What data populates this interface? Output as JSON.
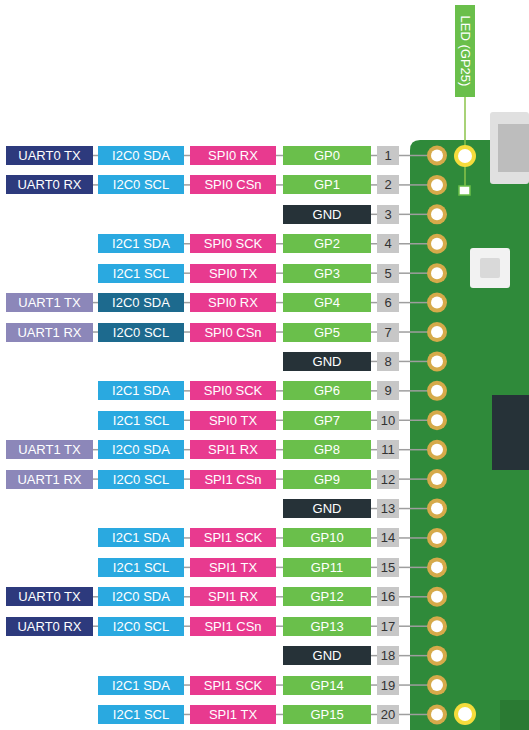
{
  "diagram": {
    "nodes": [
      {
        "text": [
          "LED (GP25)"
        ]
      },
      {
        "text": [
          "UART0 TX"
        ]
      },
      {
        "text": [
          "I2C0 SDA"
        ]
      },
      {
        "text": [
          "SPI0 RX"
        ]
      },
      {
        "text": [
          "GP0"
        ]
      },
      {
        "text": [
          "1"
        ]
      },
      {
        "text": [
          "UART0 RX"
        ]
      },
      {
        "text": [
          "I2C0 SCL"
        ]
      },
      {
        "text": [
          "SPI0 CSn"
        ]
      },
      {
        "text": [
          "GP1"
        ]
      },
      {
        "text": [
          "2"
        ]
      },
      {
        "text": [
          "GND"
        ]
      },
      {
        "text": [
          "3"
        ]
      },
      {
        "text": [
          "I2C1 SDA"
        ]
      },
      {
        "text": [
          "SPI0 SCK"
        ]
      },
      {
        "text": [
          "GP2"
        ]
      },
      {
        "text": [
          "4"
        ]
      },
      {
        "text": [
          "I2C1 SCL"
        ]
      },
      {
        "text": [
          "SPI0 TX"
        ]
      },
      {
        "text": [
          "GP3"
        ]
      },
      {
        "text": [
          "5"
        ]
      },
      {
        "text": [
          "UART1 TX"
        ]
      },
      {
        "text": [
          "I2C0 SDA"
        ]
      },
      {
        "text": [
          "SPI0 RX"
        ]
      },
      {
        "text": [
          "GP4"
        ]
      },
      {
        "text": [
          "6"
        ]
      },
      {
        "text": [
          "UART1 RX"
        ]
      },
      {
        "text": [
          "I2C0 SCL"
        ]
      },
      {
        "text": [
          "SPI0 CSn"
        ]
      },
      {
        "text": [
          "GP5"
        ]
      },
      {
        "text": [
          "7"
        ]
      },
      {
        "text": [
          "GND"
        ]
      },
      {
        "text": [
          "8"
        ]
      },
      {
        "text": [
          "I2C1 SDA"
        ]
      },
      {
        "text": [
          "SPI0 SCK"
        ]
      },
      {
        "text": [
          "GP6"
        ]
      },
      {
        "text": [
          "9"
        ]
      },
      {
        "text": [
          "I2C1 SCL"
        ]
      },
      {
        "text": [
          "SPI0 TX"
        ]
      },
      {
        "text": [
          "GP7"
        ]
      },
      {
        "text": [
          "10"
        ]
      },
      {
        "text": [
          "UART1 TX"
        ]
      },
      {
        "text": [
          "I2C0 SDA"
        ]
      },
      {
        "text": [
          "SPI1 RX"
        ]
      },
      {
        "text": [
          "GP8"
        ]
      },
      {
        "text": [
          "11"
        ]
      },
      {
        "text": [
          "UART1 RX"
        ]
      },
      {
        "text": [
          "I2C0 SCL"
        ]
      },
      {
        "text": [
          "SPI1 CSn"
        ]
      },
      {
        "text": [
          "GP9"
        ]
      },
      {
        "text": [
          "12"
        ]
      },
      {
        "text": [
          "GND"
        ]
      },
      {
        "text": [
          "13"
        ]
      },
      {
        "text": [
          "I2C1 SDA"
        ]
      },
      {
        "text": [
          "SPI1 SCK"
        ]
      },
      {
        "text": [
          "GP10"
        ]
      },
      {
        "text": [
          "14"
        ]
      },
      {
        "text": [
          "I2C1 SCL"
        ]
      },
      {
        "text": [
          "SPI1 TX"
        ]
      },
      {
        "text": [
          "GP11"
        ]
      },
      {
        "text": [
          "15"
        ]
      },
      {
        "text": [
          "UART0 TX"
        ]
      },
      {
        "text": [
          "I2C0 SDA"
        ]
      },
      {
        "text": [
          "SPI1 RX"
        ]
      },
      {
        "text": [
          "GP12"
        ]
      },
      {
        "text": [
          "16"
        ]
      },
      {
        "text": [
          "UART0 RX"
        ]
      },
      {
        "text": [
          "I2C0 SCL"
        ]
      },
      {
        "text": [
          "SPI1 CSn"
        ]
      },
      {
        "text": [
          "GP13"
        ]
      },
      {
        "text": [
          "17"
        ]
      },
      {
        "text": [
          "GND"
        ]
      },
      {
        "text": [
          "18"
        ]
      },
      {
        "text": [
          "I2C1 SDA"
        ]
      },
      {
        "text": [
          "SPI1 SCK"
        ]
      },
      {
        "text": [
          "GP14"
        ]
      },
      {
        "text": [
          "19"
        ]
      },
      {
        "text": [
          "I2C1 SCL"
        ]
      },
      {
        "text": [
          "SPI1 TX"
        ]
      },
      {
        "text": [
          "GP15"
        ]
      },
      {
        "text": [
          "20"
        ]
      }
    ],
    "edges": [
      {
        "from": 1,
        "to": 2,
        "arrow": "none"
      },
      {
        "from": 2,
        "to": 3,
        "arrow": "none"
      },
      {
        "from": 3,
        "to": 4,
        "arrow": "none"
      },
      {
        "from": 4,
        "to": 5,
        "arrow": "none"
      },
      {
        "from": 6,
        "to": 7,
        "arrow": "none"
      },
      {
        "from": 7,
        "to": 8,
        "arrow": "none"
      },
      {
        "from": 8,
        "to": 9,
        "arrow": "none"
      },
      {
        "from": 9,
        "to": 10,
        "arrow": "none"
      },
      {
        "from": 11,
        "to": 12,
        "arrow": "none"
      },
      {
        "from": 13,
        "to": 14,
        "arrow": "none"
      },
      {
        "from": 14,
        "to": 15,
        "arrow": "none"
      },
      {
        "from": 15,
        "to": 16,
        "arrow": "none"
      },
      {
        "from": 17,
        "to": 18,
        "arrow": "none"
      },
      {
        "from": 18,
        "to": 19,
        "arrow": "none"
      },
      {
        "from": 19,
        "to": 20,
        "arrow": "none"
      },
      {
        "from": 21,
        "to": 22,
        "arrow": "none"
      },
      {
        "from": 22,
        "to": 23,
        "arrow": "none"
      },
      {
        "from": 23,
        "to": 24,
        "arrow": "none"
      },
      {
        "from": 24,
        "to": 25,
        "arrow": "none"
      },
      {
        "from": 26,
        "to": 27,
        "arrow": "none"
      },
      {
        "from": 27,
        "to": 28,
        "arrow": "none"
      },
      {
        "from": 28,
        "to": 29,
        "arrow": "none"
      },
      {
        "from": 29,
        "to": 30,
        "arrow": "none"
      },
      {
        "from": 31,
        "to": 32,
        "arrow": "none"
      },
      {
        "from": 33,
        "to": 34,
        "arrow": "none"
      },
      {
        "from": 34,
        "to": 35,
        "arrow": "none"
      },
      {
        "from": 35,
        "to": 36,
        "arrow": "none"
      },
      {
        "from": 37,
        "to": 38,
        "arrow": "none"
      },
      {
        "from": 38,
        "to": 39,
        "arrow": "none"
      },
      {
        "from": 39,
        "to": 40,
        "arrow": "none"
      },
      {
        "from": 41,
        "to": 42,
        "arrow": "none"
      },
      {
        "from": 42,
        "to": 43,
        "arrow": "none"
      },
      {
        "from": 43,
        "to": 44,
        "arrow": "none"
      },
      {
        "from": 44,
        "to": 45,
        "arrow": "none"
      },
      {
        "from": 46,
        "to": 47,
        "arrow": "none"
      },
      {
        "from": 47,
        "to": 48,
        "arrow": "none"
      },
      {
        "from": 48,
        "to": 49,
        "arrow": "none"
      },
      {
        "from": 49,
        "to": 50,
        "arrow": "none"
      },
      {
        "from": 51,
        "to": 52,
        "arrow": "none"
      },
      {
        "from": 53,
        "to": 54,
        "arrow": "none"
      },
      {
        "from": 54,
        "to": 55,
        "arrow": "none"
      },
      {
        "from": 55,
        "to": 56,
        "arrow": "none"
      },
      {
        "from": 57,
        "to": 58,
        "arrow": "none"
      },
      {
        "from": 58,
        "to": 59,
        "arrow": "none"
      },
      {
        "from": 59,
        "to": 60,
        "arrow": "none"
      },
      {
        "from": 61,
        "to": 62,
        "arrow": "none"
      },
      {
        "from": 62,
        "to": 63,
        "arrow": "none"
      },
      {
        "from": 63,
        "to": 64,
        "arrow": "none"
      },
      {
        "from": 64,
        "to": 65,
        "arrow": "none"
      },
      {
        "from": 66,
        "to": 67,
        "arrow": "none"
      },
      {
        "from": 67,
        "to": 68,
        "arrow": "none"
      },
      {
        "from": 68,
        "to": 69,
        "arrow": "none"
      },
      {
        "from": 69,
        "to": 70,
        "arrow": "none"
      },
      {
        "from": 71,
        "to": 72,
        "arrow": "none"
      },
      {
        "from": 73,
        "to": 74,
        "arrow": "none"
      },
      {
        "from": 74,
        "to": 75,
        "arrow": "none"
      },
      {
        "from": 75,
        "to": 76,
        "arrow": "none"
      },
      {
        "from": 77,
        "to": 78,
        "arrow": "none"
      },
      {
        "from": 78,
        "to": 79,
        "arrow": "none"
      },
      {
        "from": 79,
        "to": 80,
        "arrow": "none"
      }
    ]
  }
}
